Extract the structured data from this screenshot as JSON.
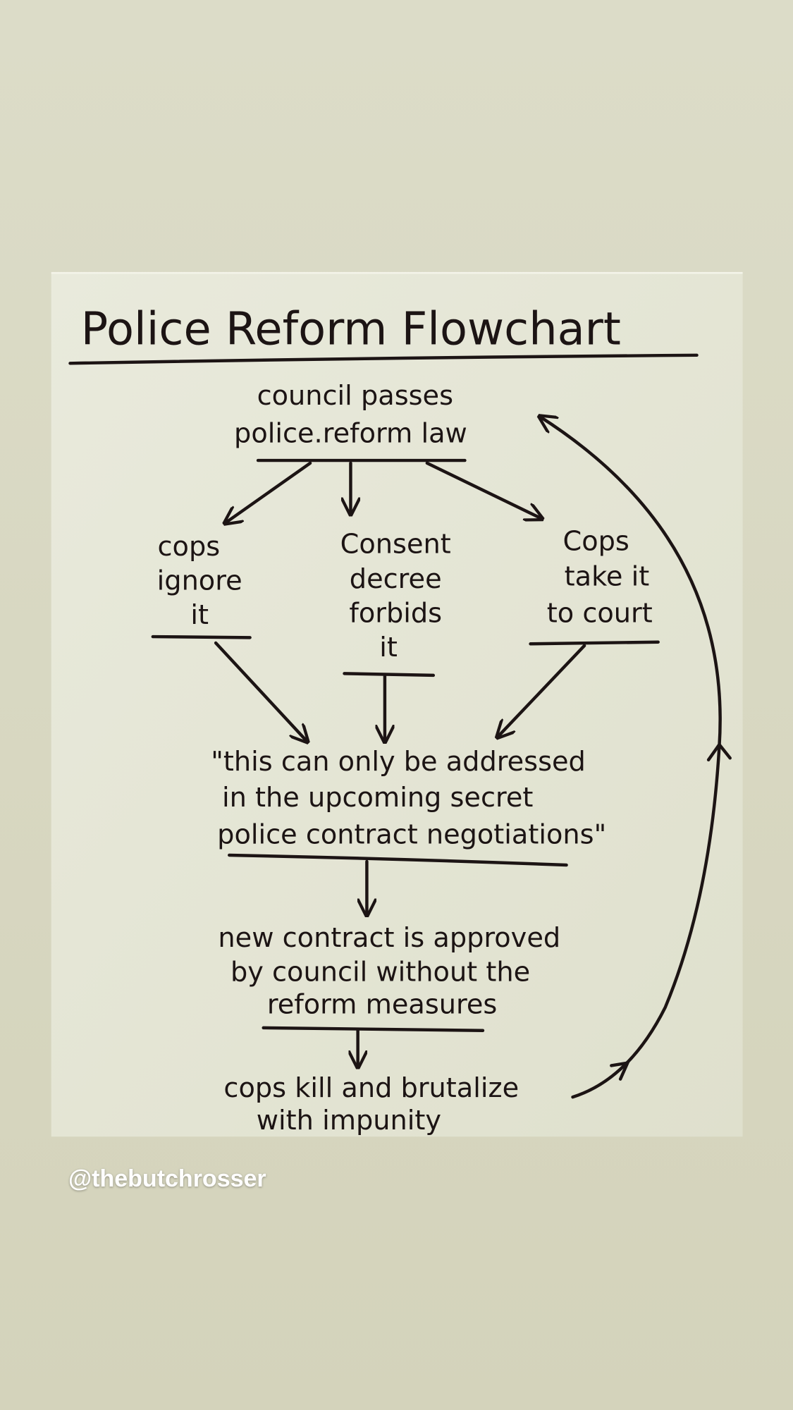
{
  "flowchart": {
    "title": "Police Reform Flowchart",
    "start": [
      "council passes",
      "police.reform law"
    ],
    "branches": [
      {
        "lines": [
          "cops",
          "ignore",
          "it"
        ]
      },
      {
        "lines": [
          "Consent",
          "decree",
          "forbids",
          "it"
        ]
      },
      {
        "lines": [
          "Cops",
          "take it",
          "to court"
        ]
      }
    ],
    "quote": [
      "\"this can only be addressed",
      "in the upcoming secret",
      "police contract negotiations\""
    ],
    "contract": [
      "new contract is approved",
      "by council without the",
      "reform measures"
    ],
    "outcome": [
      "cops kill and brutalize",
      "with impunity"
    ]
  },
  "overlay": {
    "handle": "@thebutchrosser"
  },
  "colors": {
    "background": "#d9d9c4",
    "paper": "#e6e7d8",
    "ink": "#1c1414"
  }
}
